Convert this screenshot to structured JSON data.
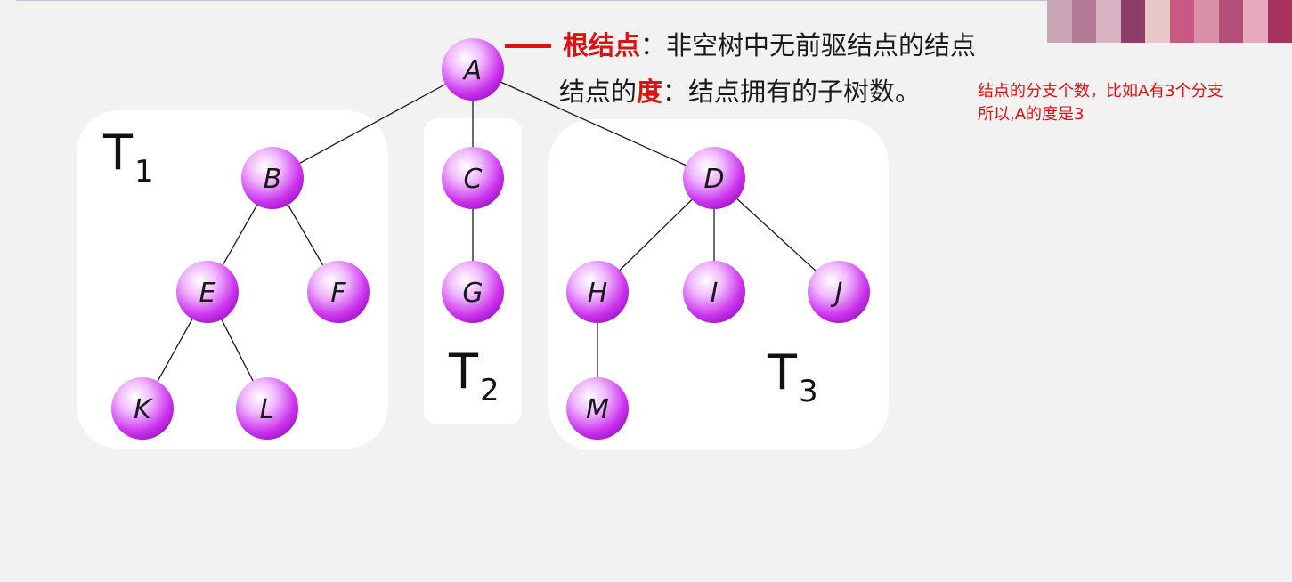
{
  "diagram": {
    "nodes": {
      "A": "A",
      "B": "B",
      "C": "C",
      "D": "D",
      "E": "E",
      "F": "F",
      "G": "G",
      "H": "H",
      "I": "I",
      "J": "J",
      "K": "K",
      "L": "L",
      "M": "M"
    },
    "subtrees": {
      "t1": {
        "main": "T",
        "sub": "1"
      },
      "t2": {
        "main": "T",
        "sub": "2"
      },
      "t3": {
        "main": "T",
        "sub": "3"
      }
    }
  },
  "definitions": {
    "root": {
      "term": "根结点",
      "separator": "：",
      "text": "非空树中无前驱结点的结点"
    },
    "degree": {
      "prefix": "结点的",
      "term": "度",
      "separator": "：",
      "text": "结点拥有的子树数。"
    }
  },
  "note": {
    "line1": "结点的分支个数，比如A有3个分支",
    "line2": "所以,A的度是3"
  },
  "colors": {
    "accent": "#e01010",
    "node_fill": "#cc33ee",
    "subtree_bg": "#ffffff",
    "page_bg": "#f2f2f2"
  },
  "avatar_colors": [
    "#c9a6b6",
    "#b37a95",
    "#d9b5c4",
    "#8e3d6a",
    "#e8c7c9",
    "#c65a85",
    "#d98fa8",
    "#b34d7a",
    "#e6a7bf",
    "#a8325e"
  ]
}
